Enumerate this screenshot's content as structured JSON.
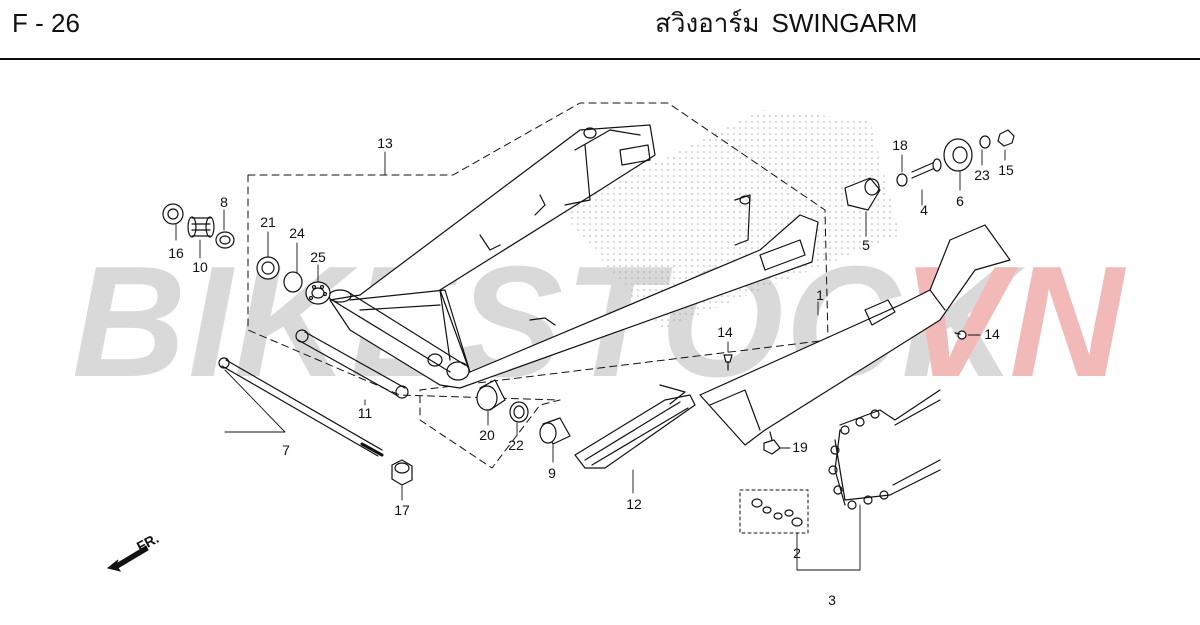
{
  "header": {
    "code": "F - 26",
    "title_th": "สวิงอาร์ม",
    "title_en": "SWINGARM"
  },
  "watermark": {
    "part1": "BIKESTOCK",
    "part2": "VN",
    "color1": "#d9d9d9",
    "color2": "#f2b9b9"
  },
  "direction_label": "FR.",
  "callouts": [
    "1",
    "2",
    "3",
    "4",
    "5",
    "6",
    "7",
    "8",
    "9",
    "10",
    "11",
    "12",
    "13",
    "14",
    "14",
    "15",
    "16",
    "17",
    "18",
    "19",
    "20",
    "21",
    "22",
    "23",
    "24",
    "25"
  ]
}
